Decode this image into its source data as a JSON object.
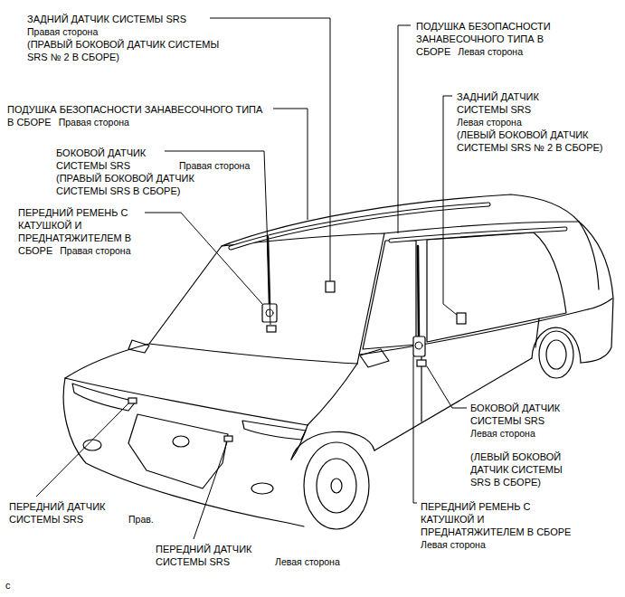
{
  "diagram": {
    "labels": [
      "ЗАДНИЙ ДАТЧИК СИСТЕМЫ SRS",
      "Правая сторона",
      "(ПРАВЫЙ БОКОВОЙ ДАТЧИК СИСТЕМЫ SRS № 2 В СБОРЕ)",
      "ПОДУШКА БЕЗОПАСНОСТИ ЗАНАВЕСОЧНОГО ТИПА В СБОРЕ",
      "Правая сторона",
      "БОКОВОЙ ДАТЧИК СИСТЕМЫ SRS",
      "Правая сторона",
      "(ПРАВЫЙ БОКОВОЙ ДАТЧИК СИСТЕМЫ SRS В СБОРЕ)",
      "ПЕРЕДНИЙ РЕМЕНЬ С КАТУШКОЙ И ПРЕДНАТЯЖИТЕЛЕМ В СБОРЕ",
      "Правая сторона",
      "ПОДУШКА БЕЗОПАСНОСТИ ЗАНАВЕСОЧНОГО ТИПА В СБОРЕ",
      "Левая сторона",
      "ЗАДНИЙ ДАТЧИК СИСТЕМЫ SRS",
      "Левая сторона",
      "(ЛЕВЫЙ БОКОВОЙ ДАТЧИК СИСТЕМЫ SRS № 2 В СБОРЕ)",
      "БОКОВОЙ ДАТЧИК СИСТЕМЫ SRS",
      "Левая сторона",
      "(ЛЕВЫЙ БОКОВОЙ ДАТЧИК СИСТЕМЫ SRS В СБОРЕ)",
      "ПЕРЕДНИЙ РЕМЕНЬ С КАТУШКОЙ И ПРЕДНАТЯЖИТЕЛЕМ В СБОРЕ",
      "Левая сторона",
      "ПЕРЕДНИЙ ДАТЧИК СИСТЕМЫ SRS",
      "Прав.",
      "ПЕРЕДНИЙ ДАТЧИК СИСТЕМЫ SRS",
      "Левая сторона",
      "c"
    ]
  }
}
